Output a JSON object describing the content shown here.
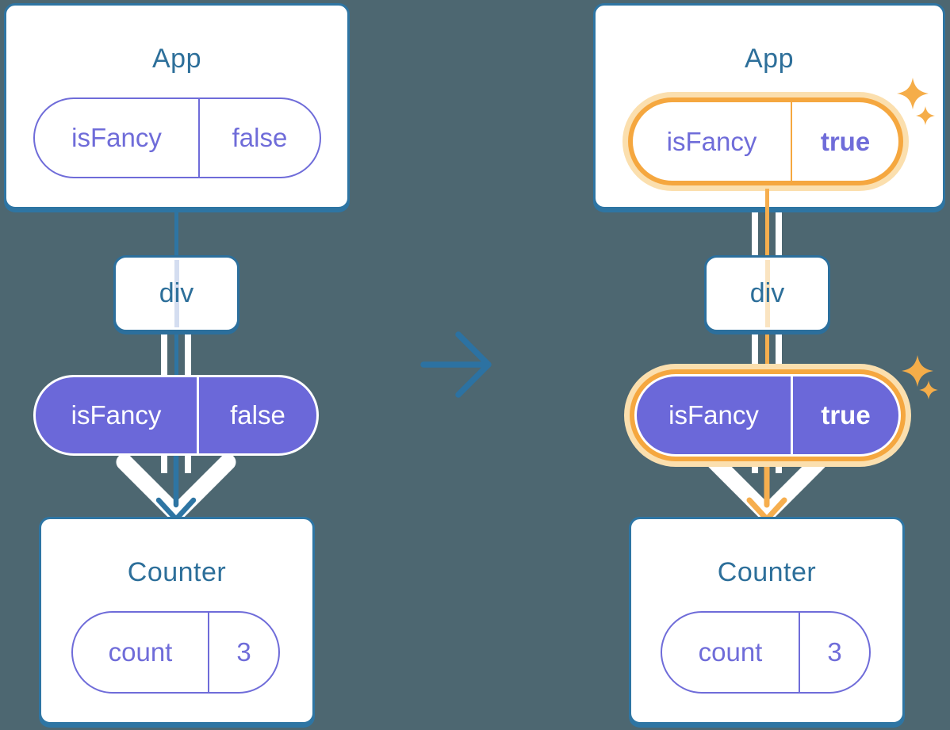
{
  "diagram": {
    "before": {
      "app": {
        "title": "App",
        "prop": {
          "name": "isFancy",
          "value": "false"
        }
      },
      "div": {
        "title": "div"
      },
      "passed_prop": {
        "name": "isFancy",
        "value": "false"
      },
      "counter": {
        "title": "Counter",
        "state": {
          "name": "count",
          "value": "3"
        }
      }
    },
    "after": {
      "app": {
        "title": "App",
        "prop": {
          "name": "isFancy",
          "value": "true"
        }
      },
      "div": {
        "title": "div"
      },
      "passed_prop": {
        "name": "isFancy",
        "value": "true"
      },
      "counter": {
        "title": "Counter",
        "state": {
          "name": "count",
          "value": "3"
        }
      }
    },
    "colors": {
      "background": "#4d6771",
      "card_border": "#2e75a3",
      "heading_text": "#2d6f9a",
      "purple_fill": "#6b68d9",
      "purple_text": "#6f6cd9",
      "orange_ring": "#f5a73f",
      "orange_halo": "#fbdfae",
      "orange_line": "#f6ae4e",
      "faded_line_before": "#d4ddf0",
      "faded_line_after": "#fae4c1",
      "sparkle": "#f5ad49",
      "arrow_white": "#ffffff"
    }
  }
}
